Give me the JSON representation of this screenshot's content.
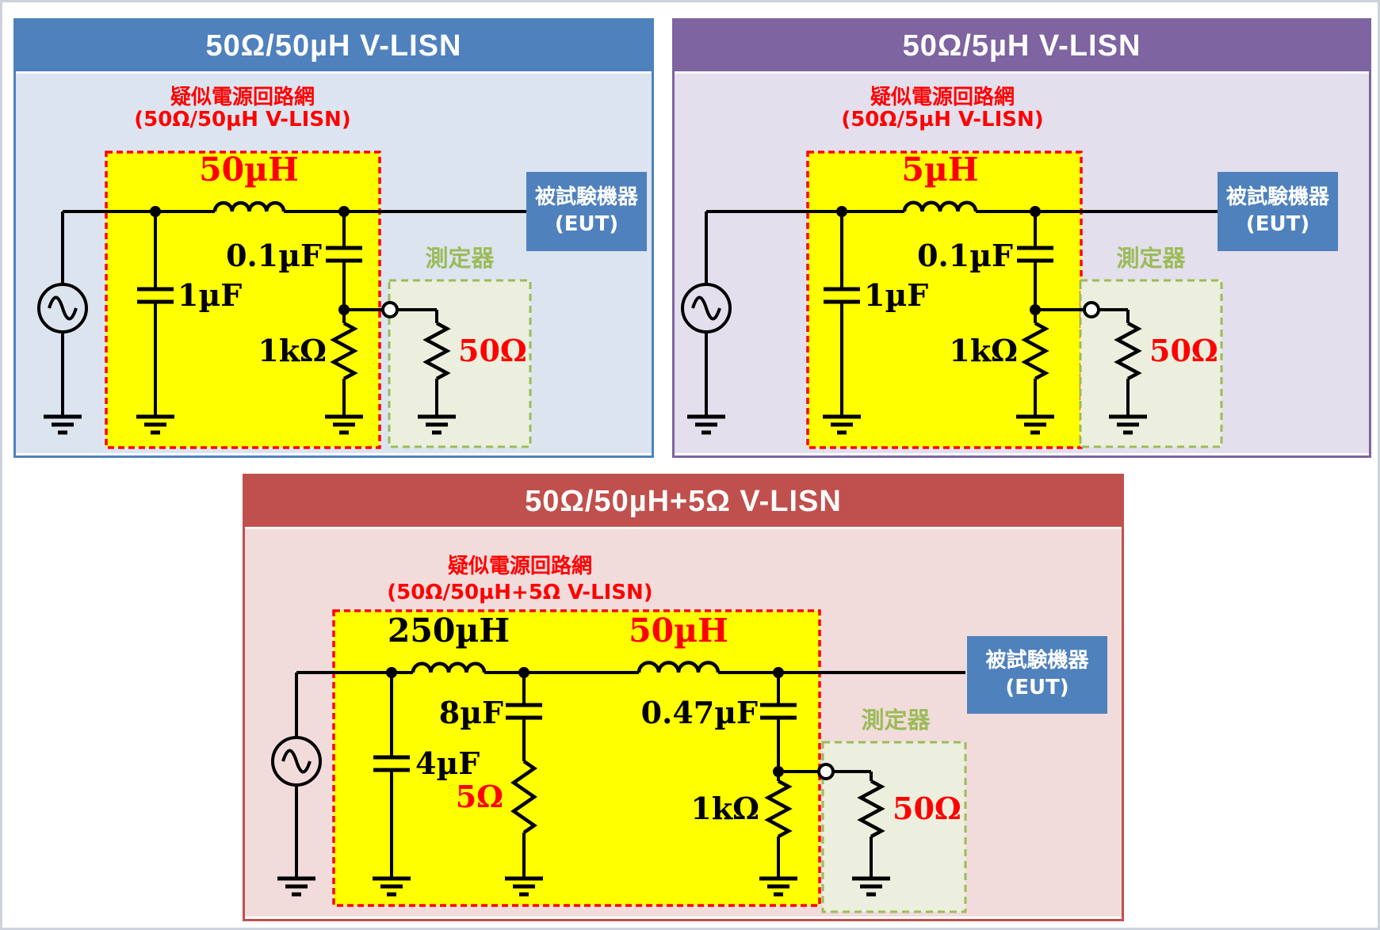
{
  "panels": [
    {
      "title": "50Ω/50µH V-LISN",
      "network_label": [
        "疑似電源回路網",
        "(50Ω/50µH V-LISN)"
      ],
      "values": {
        "inductor": "50µH",
        "input_cap": "1µF",
        "coupling_cap": "0.1µF",
        "divider_resistor": "1kΩ",
        "meter_resistor": "50Ω"
      },
      "meter_label": "測定器",
      "eut_label": [
        "被試験機器",
        "(EUT)"
      ],
      "colors": {
        "accent": "#4F81BD",
        "body": "#DCE4F0",
        "title_text": "#FFFFFF"
      }
    },
    {
      "title": "50Ω/5µH V-LISN",
      "network_label": [
        "疑似電源回路網",
        "(50Ω/5µH V-LISN)"
      ],
      "values": {
        "inductor": "5µH",
        "input_cap": "1µF",
        "coupling_cap": "0.1µF",
        "divider_resistor": "1kΩ",
        "meter_resistor": "50Ω"
      },
      "meter_label": "測定器",
      "eut_label": [
        "被試験機器",
        "(EUT)"
      ],
      "colors": {
        "accent": "#7E64A0",
        "body": "#E4DFEC",
        "title_text": "#FFFFFF"
      }
    },
    {
      "title": "50Ω/50µH+5Ω V-LISN",
      "network_label": [
        "疑似電源回路網",
        "(50Ω/50µH+5Ω V-LISN)"
      ],
      "values": {
        "inductor_1": "250µH",
        "inductor_2": "50µH",
        "input_cap": "4µF",
        "mid_cap": "8µF",
        "mid_resistor": "5Ω",
        "coupling_cap": "0.47µF",
        "divider_resistor": "1kΩ",
        "meter_resistor": "50Ω"
      },
      "meter_label": "測定器",
      "eut_label": [
        "被試験機器",
        "(EUT)"
      ],
      "colors": {
        "accent": "#C0504D",
        "body": "#F2DCDB",
        "title_text": "#FFFFFF"
      }
    }
  ],
  "shared_colors": {
    "highlight_box_fill": "#FFFF00",
    "highlight_box_border": "#FF0000",
    "meter_box_fill": "#ECEFDD",
    "meter_box_border": "#9BBB59",
    "meter_label_color": "#9BBB59",
    "eut_fill": "#4F81BD",
    "red_value": "#FF0000",
    "wire": "#000000",
    "canvas_border": "#CDD3DC"
  }
}
